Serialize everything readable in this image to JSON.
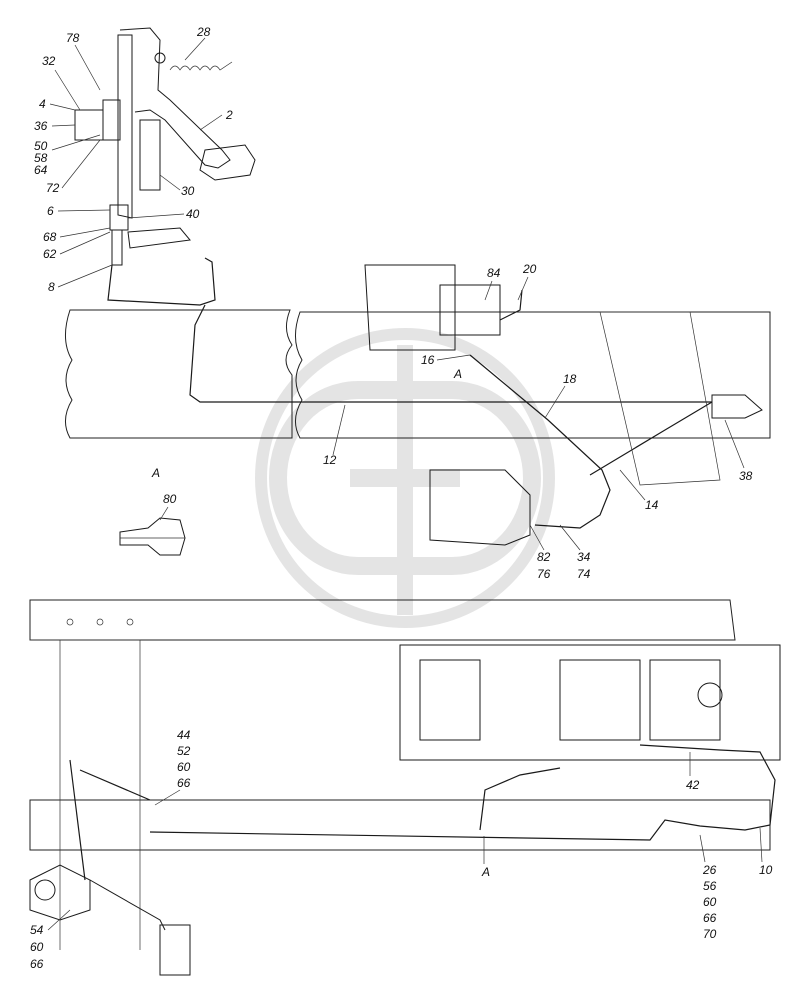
{
  "callouts": [
    "28",
    "78",
    "32",
    "2",
    "4",
    "36",
    "50",
    "58",
    "64",
    "72",
    "30",
    "6",
    "40",
    "68",
    "62",
    "8",
    "84",
    "20",
    "16",
    "A",
    "18",
    "12",
    "38",
    "14",
    "A",
    "80",
    "82",
    "76",
    "34",
    "74",
    "44",
    "52",
    "60",
    "66",
    "42",
    "26",
    "56",
    "60",
    "66",
    "70",
    "10",
    "A",
    "54",
    "60",
    "66"
  ],
  "watermark": {
    "name": "company-logo-watermark",
    "color": "#c8c8c8"
  }
}
